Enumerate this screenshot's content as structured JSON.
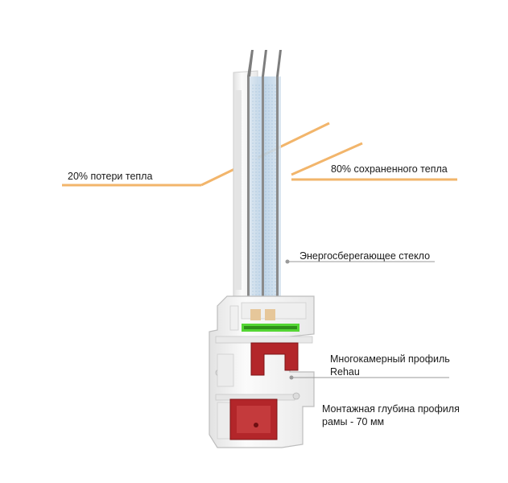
{
  "labels": {
    "heat_loss": "20% потери тепла",
    "heat_saved": "80% сохраненного тепла",
    "glass": "Энергосберегающее стекло",
    "profile_line1": "Многокамерный профиль",
    "profile_line2": "Rehau",
    "depth_line1": "Монтажная глубина профиля",
    "depth_line2": "рамы - 70 мм"
  },
  "colors": {
    "heat_ray": "#f2b56b",
    "frame": "#f4f4f4",
    "frame_shadow": "#d8d8d8",
    "glass": "#c9dcec",
    "steel_reinforcement": "#b3262a",
    "seal_green": "#55d634",
    "spacer_beige": "#e6c79a",
    "leader_line": "#9a9a9a"
  }
}
